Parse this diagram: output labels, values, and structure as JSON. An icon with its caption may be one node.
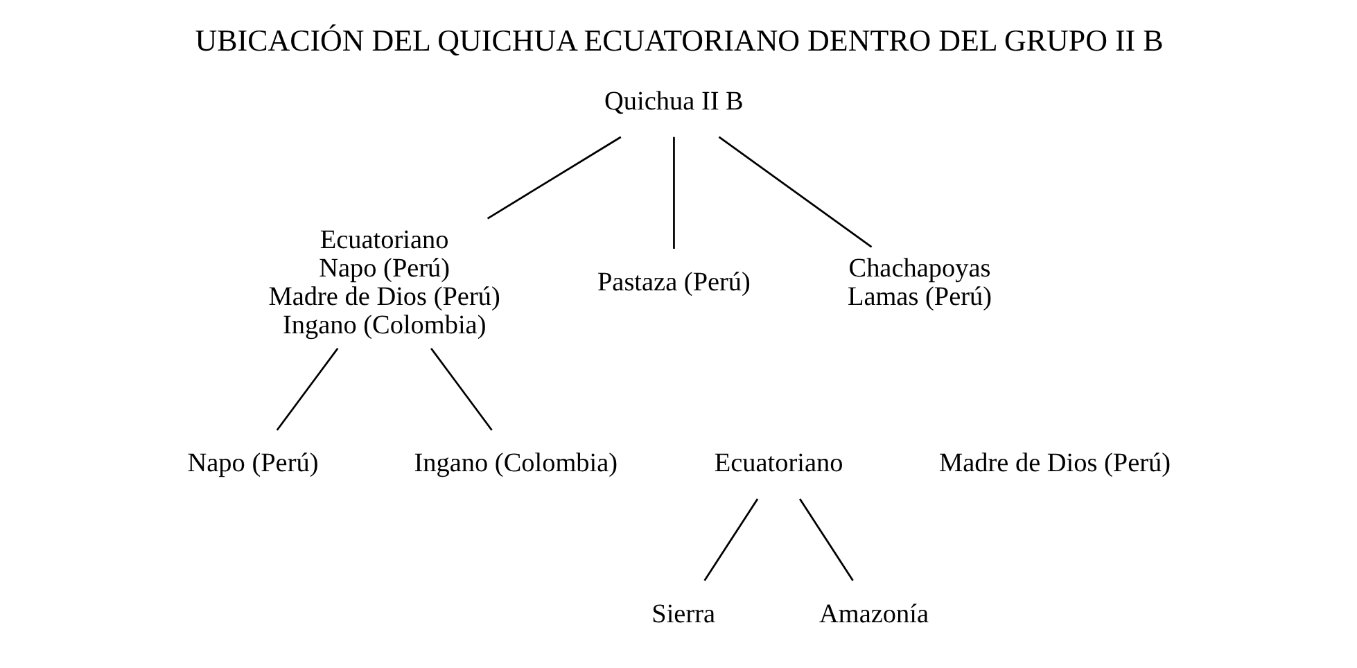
{
  "diagram": {
    "title": "UBICACIÓN DEL QUICHUA ECUATORIANO DENTRO DEL GRUPO II B",
    "nodes": [
      {
        "text": [
          "Quichua II B"
        ]
      },
      {
        "text": [
          "Ecuatoriano",
          "Napo (Perú)",
          "Madre de Dios (Perú)",
          "Ingano (Colombia)"
        ]
      },
      {
        "text": [
          "Pastaza (Perú)"
        ]
      },
      {
        "text": [
          "Chachapoyas",
          "Lamas (Perú)"
        ]
      },
      {
        "text": [
          "Ecuatoriano"
        ]
      },
      {
        "text": [
          "Napo (Perú)"
        ]
      },
      {
        "text": [
          "Madre de Dios (Perú)"
        ]
      },
      {
        "text": [
          "Ingano (Colombia)"
        ]
      },
      {
        "text": [
          "Sierra"
        ]
      },
      {
        "text": [
          "Amazonía"
        ]
      }
    ],
    "edges": [
      {
        "from": 0,
        "to": 1,
        "arrow": "none"
      },
      {
        "from": 0,
        "to": 2,
        "arrow": "none"
      },
      {
        "from": 0,
        "to": 3,
        "arrow": "none"
      },
      {
        "from": 1,
        "to": 5,
        "arrow": "none"
      },
      {
        "from": 1,
        "to": 7,
        "arrow": "none"
      },
      {
        "from": 4,
        "to": 8,
        "arrow": "none"
      },
      {
        "from": 4,
        "to": 9,
        "arrow": "none"
      }
    ]
  }
}
